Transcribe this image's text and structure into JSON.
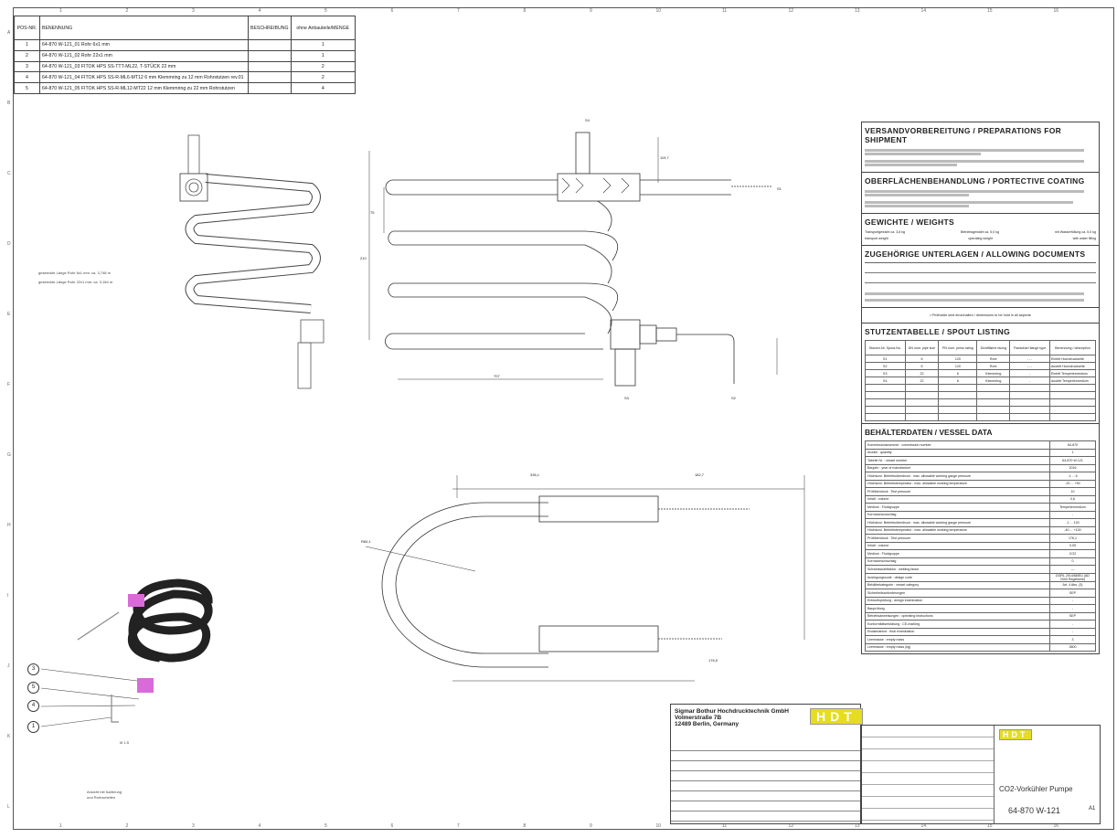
{
  "bom": {
    "headers": [
      "POS-NR.",
      "BENENNUNG",
      "BESCHREIBUNG",
      "ohne Anbauteile/MENGE"
    ],
    "rows": [
      {
        "pos": "1",
        "name": "64-870 W-121_01 Rohr 6x1 mm",
        "desc": "",
        "qty": "1"
      },
      {
        "pos": "2",
        "name": "64-870 W-121_02 Rohr 22x1 mm",
        "desc": "",
        "qty": "1"
      },
      {
        "pos": "3",
        "name": "64-870 W-121_03 FITOK HPS SS-TTT-ML22, T-STÜCK 22 mm",
        "desc": "",
        "qty": "2"
      },
      {
        "pos": "4",
        "name": "64-870 W-121_04 FITOK HPS SS-R-ML6-MT12 6 mm Klemmring zu 12 mm Rohrstutzen rev.01",
        "desc": "",
        "qty": "2"
      },
      {
        "pos": "5",
        "name": "64-870 W-121_05 FITOK HPS SS-R-ML12-MT22 12 mm Klemmring zu 22 mm Rohrstutzen",
        "desc": "",
        "qty": "4"
      }
    ]
  },
  "ruler": {
    "cols": [
      "1",
      "2",
      "3",
      "4",
      "5",
      "6",
      "7",
      "8",
      "9",
      "10",
      "11",
      "12",
      "13",
      "14",
      "15",
      "16"
    ],
    "rows": [
      "A",
      "B",
      "C",
      "D",
      "E",
      "F",
      "G",
      "H",
      "I",
      "J",
      "K",
      "L"
    ]
  },
  "notes": {
    "len1": "gestreckte Länge Rohr 6x1 mm: ca. 3,748 m",
    "len2": "gestreckte Länge Rohr 22x1 mm: ca. 3,184 m",
    "scale": "M 1:5",
    "view1": "Ansicht mit Isolierung",
    "view2": "und Rohrschellen"
  },
  "balloons": [
    "3",
    "5",
    "4",
    "1"
  ],
  "dims": {
    "s4": "S4",
    "s1": "S1",
    "s3": "S3",
    "s2": "S2",
    "d707": "707",
    "d210": "210",
    "d75": "75",
    "d119": "119,7",
    "d336": "336,1",
    "d182": "182,7",
    "d176": "176,5",
    "r": "R60,1"
  },
  "panel": {
    "shipment": "VERSANDVORBEREITUNG / PREPARATIONS FOR SHIPMENT",
    "coating": "OBERFLÄCHENBEHANDLUNG / PORTECTIVE COATING",
    "weights": "GEWICHTE / WEIGHTS",
    "weights_items": [
      "Transportgewicht ca. 3,8 kg",
      "Betriebsgewicht ca. 5,0 kg",
      "mit Wasserfüllung ca. 5,0 kg"
    ],
    "weights_items_en": [
      "transport weight",
      "operating weight",
      "with water filling"
    ],
    "documents": "ZUGEHÖRIGE UNTERLAGEN / ALLOWING DOCUMENTS",
    "dimnote": "• Prüfmaße sind einzuhalten / dimensions to be hold in all aspects",
    "spouts": "STUTZENTABELLE / SPOUT LISTING",
    "spout_headers": [
      "Stutzen-Nr. Spout-No.",
      "DN nom. pipe size",
      "PN nom. press rating",
      "Dichtfläche facing",
      "Flanschart flange type",
      "Benennung / description"
    ],
    "spout_rows": [
      [
        "S1",
        "6",
        "120",
        "Rohr",
        "- - -",
        "Eintritt Hochdruckseite"
      ],
      [
        "S2",
        "6",
        "120",
        "Rohr",
        "- - -",
        "Austritt Hochdruckseite"
      ],
      [
        "S3",
        "22",
        "6",
        "Klemmring",
        "-",
        "Eintritt Temperiermedium"
      ],
      [
        "S4",
        "22",
        "6",
        "Klemmring",
        "-",
        "Austritt Temperiermedium"
      ]
    ],
    "vessel": "BEHÄLTERDATEN / VESSEL DATA",
    "vessel_rows": [
      [
        "Kommissionsnummer : commission number",
        "64-870"
      ],
      [
        "Anzahl : quantity",
        "1"
      ],
      [
        "Tabelle Nr. : vessel number",
        "64-870 W-121"
      ],
      [
        "Baujahr : year of manufacture",
        "2016"
      ],
      [
        "Höchstzul. Betriebsüberdruck : max. allowable working gauge pressure",
        "-1 ... 6"
      ],
      [
        "Höchstzul. Betriebstemperatur : max. allowable working temperature",
        "-20 ... +50"
      ],
      [
        "Prüfüberdruck : Test pressure",
        "10"
      ],
      [
        "Inhalt : volume",
        "0,6"
      ],
      [
        "Medium : Fluidgruppe",
        "Temperiermedium"
      ],
      [
        "Korrosionszuschlag",
        "-"
      ],
      [
        "Höchstzul. Betriebsüberdruck : max. allowable working gauge pressure",
        "-1 ... 120"
      ],
      [
        "Höchstzul. Betriebstemperatur : max. allowable working temperature",
        "-40 ... +100"
      ],
      [
        "Prüfüberdruck : Test pressure",
        "176,1"
      ],
      [
        "Inhalt : volume",
        "0,05"
      ],
      [
        "Medium : Fluidgruppe",
        "CO2"
      ],
      [
        "Korrosionszuschlag",
        "0"
      ],
      [
        "Schweissnahtfaktor : welding factor",
        "—"
      ],
      [
        "Auslegungscode : design code",
        "DGRL 2014/68/EU (AD 2000 Regelwerk)"
      ],
      [
        "Behälterkategorie : vessel category",
        "Art. 4 Abs. (3)"
      ],
      [
        "Sicherheitsanforderungen",
        "SEP"
      ],
      [
        "Entwurfsprüfung : design examination",
        "-"
      ],
      [
        "Bauprüfung",
        "-"
      ],
      [
        "Betriebsanweisungen : operating instructions",
        "SEP"
      ],
      [
        "Konformitätserklärung : CE-marking",
        "-"
      ],
      [
        "Endabnahme : final examination",
        "-"
      ],
      [
        "Leermasse : empty mass",
        "3"
      ],
      [
        "Leermasse : empty mass (kg)",
        "3800"
      ]
    ]
  },
  "titleblock": {
    "company": "Sigmar Bothur Hochdrucktechnik GmbH",
    "street": "Volmerstraße 7B",
    "city": "12489 Berlin, Germany",
    "logo": "HDT",
    "logo2": "HDT",
    "title": "CO2-Vorkühler Pumpe",
    "drawing_no": "64-870 W-121",
    "format": "A1"
  }
}
